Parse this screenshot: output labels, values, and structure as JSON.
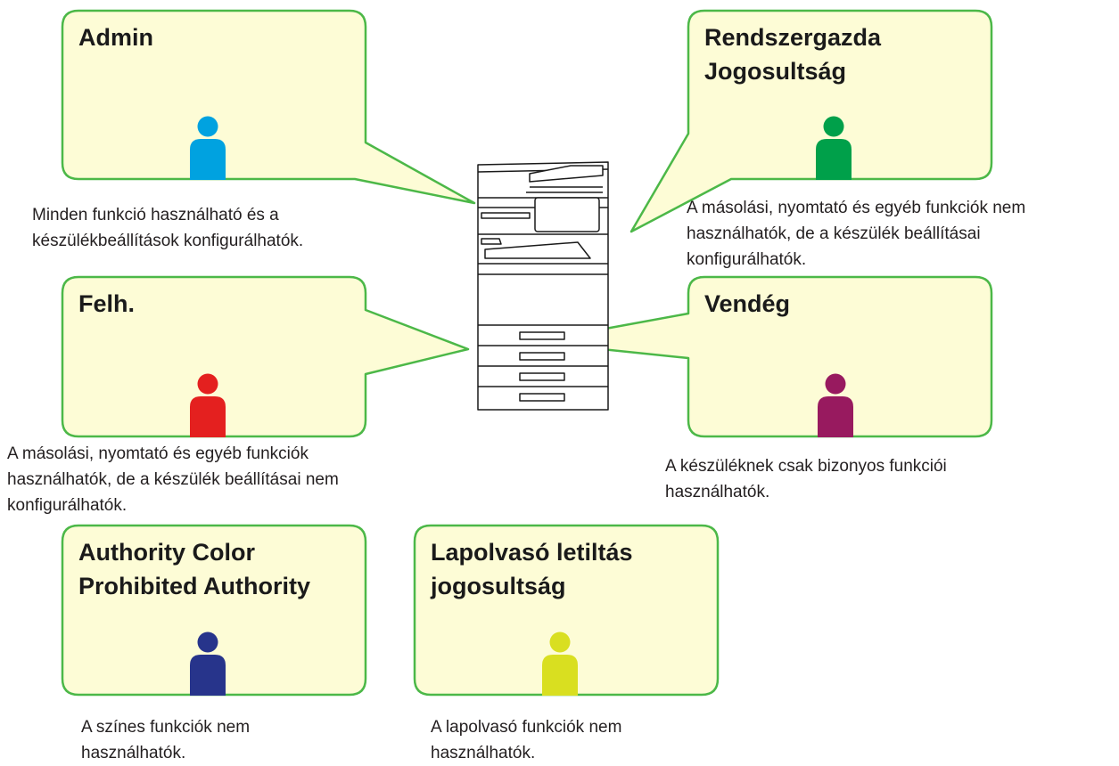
{
  "colors": {
    "bubble_fill": "#fdfcd6",
    "bubble_border": "#4cb848",
    "printer_stroke": "#1a1a1a"
  },
  "roles": [
    {
      "key": "admin",
      "title_lines": [
        "Admin"
      ],
      "icon_color": "#00a2e0",
      "description_lines": [
        "Minden funkció használható és a",
        "készülékbeállítások konfigurálhatók."
      ]
    },
    {
      "key": "sysadmin",
      "title_lines": [
        "Rendszergazda",
        "Jogosultság"
      ],
      "icon_color": "#00a04a",
      "description_lines": [
        "A másolási, nyomtató és egyéb funkciók nem",
        "használhatók, de a készülék beállításai",
        "konfigurálhatók."
      ]
    },
    {
      "key": "user",
      "title_lines": [
        "Felh."
      ],
      "icon_color": "#e4201f",
      "description_lines": [
        "A másolási, nyomtató és egyéb funkciók",
        "használhatók, de a készülék beállításai nem",
        "konfigurálhatók."
      ]
    },
    {
      "key": "guest",
      "title_lines": [
        "Vendég"
      ],
      "icon_color": "#981a5f",
      "description_lines": [
        "A készüléknek csak bizonyos funkciói",
        "használhatók."
      ]
    },
    {
      "key": "color-prohibited",
      "title_lines": [
        "Authority Color",
        "Prohibited Authority"
      ],
      "icon_color": "#27348b",
      "description_lines": [
        "A színes funkciók nem",
        "használhatók."
      ]
    },
    {
      "key": "scanner-prohibited",
      "title_lines": [
        "Lapolvasó letiltás",
        "jogosultság"
      ],
      "icon_color": "#d9df20",
      "description_lines": [
        "A lapolvasó funkciók nem",
        "használhatók."
      ]
    }
  ]
}
